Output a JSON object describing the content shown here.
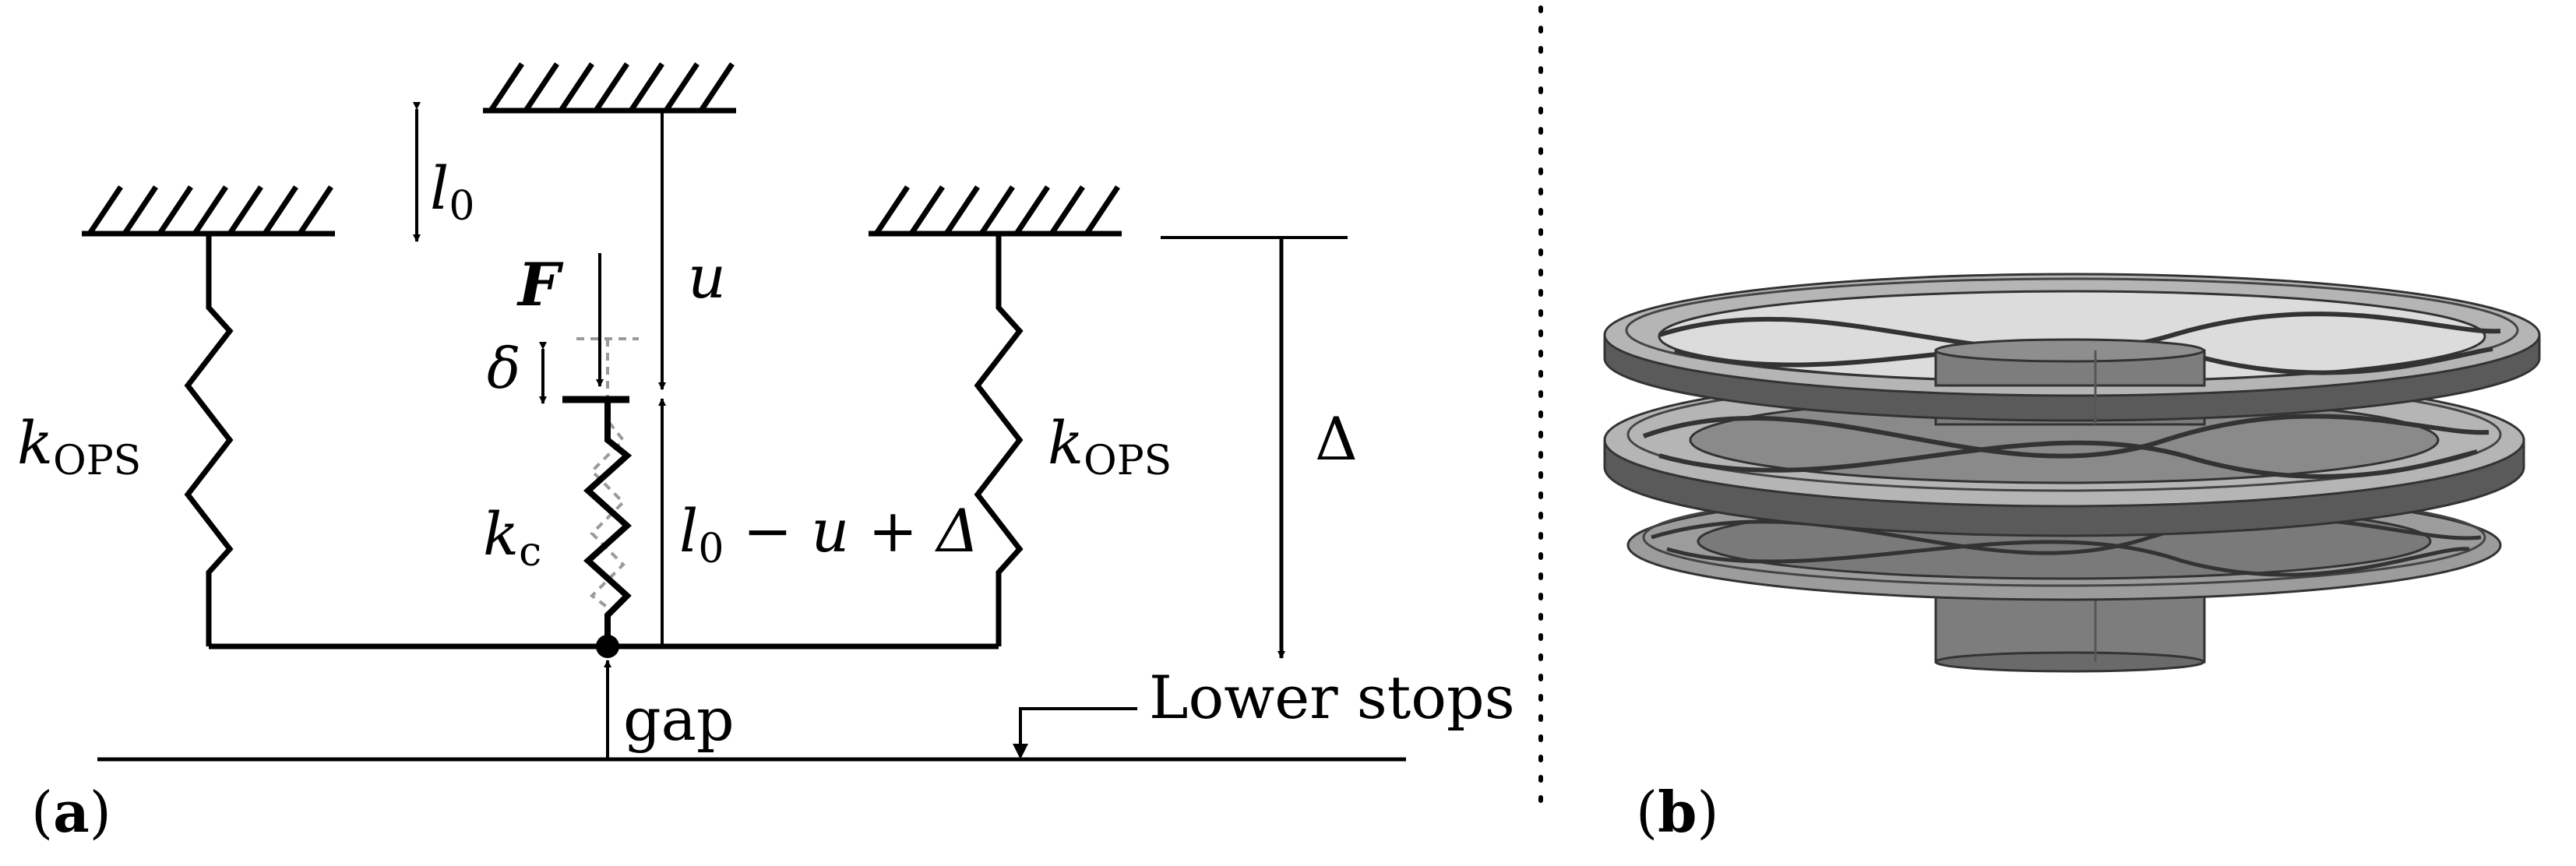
{
  "panel_a": {
    "tag": "(a)",
    "tag_letter": "a",
    "labels": {
      "l0_sym": "l",
      "l0_sub": "0",
      "k_left": "k",
      "k_left_sub": "OPS",
      "k_right": "k",
      "k_right_sub": "OPS",
      "force": "F",
      "delta_small": "δ",
      "u": "u",
      "kc": "k",
      "kc_sub": "c",
      "expr_l": "l",
      "expr_sub": "0",
      "expr_rest": " − u + Δ",
      "Delta": "Δ",
      "gap": "gap",
      "lower_stops": "Lower stops"
    }
  },
  "panel_b": {
    "tag": "(b)",
    "tag_letter": "b"
  },
  "colors": {
    "ink": "#000000",
    "dashed_gray": "#9a9a9a",
    "model_fill": "#7d7d7d",
    "model_dark": "#4a4a4a",
    "model_light": "#b5b5b5"
  }
}
